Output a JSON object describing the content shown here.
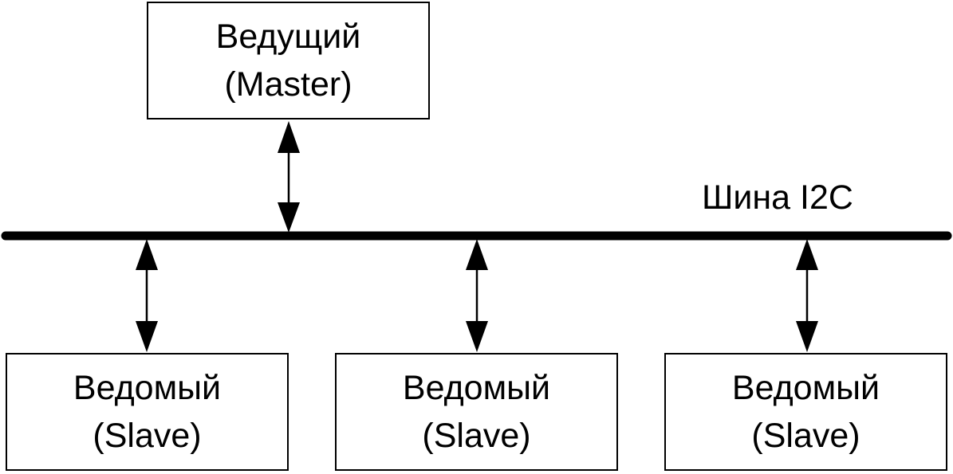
{
  "bus": {
    "label": "Шина I2C",
    "color": "#000000"
  },
  "master": {
    "title": "Ведущий",
    "subtitle": "(Master)"
  },
  "slaves": [
    {
      "title": "Ведомый",
      "subtitle": "(Slave)"
    },
    {
      "title": "Ведомый",
      "subtitle": "(Slave)"
    },
    {
      "title": "Ведомый",
      "subtitle": "(Slave)"
    }
  ]
}
